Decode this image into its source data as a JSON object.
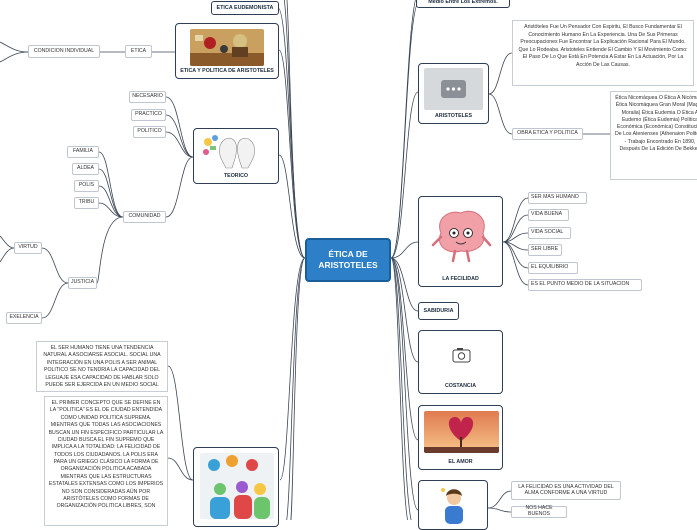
{
  "center": "ÉTICA DE ARISTOTELES",
  "top": {
    "etica_eudemonista": "ETICA EUDEMONISTA",
    "medio_extremos": "Medio Entre Los Extremos."
  },
  "etica_politica": {
    "title": "ETICA Y POLITICA DE ARISTOTELES",
    "etica": "ETICA",
    "condicion": "CONDICION INDIVIDUAL"
  },
  "teorico": {
    "title": "TEORICO",
    "items": [
      "NECESARIO",
      "PRACTICO",
      "POLITICO"
    ],
    "comunidad": "COMUNIDAD",
    "groups": [
      "FAMILIA",
      "ALDEA",
      "POLIS",
      "TRIBU"
    ],
    "justicia": "JUSTICIA",
    "virtud": "VIRTUD",
    "excelencia": "EXELENCIA"
  },
  "paragraphs": {
    "ser_humano": "EL SER HUMANO TIENE UNA TENDENCIA NATURAL A ASOCIARSE ASOCIAL. SOCIAL UNA INTEGRACIÓN EN UNA POLIS A SER ANIMAL POLITICO SE NO TENDRIA LA CAPACIDAD DEL LEGUAJE ESA CAPACIDAD DE HABLAR SOLO PUEDE SER EJERCIDA EN UN MEDIO SOCIAL",
    "primer_concepto": "EL PRIMER CONCEPTO QUE SE DEFINE EN LA \"POLITICA\" ES EL DE CIUDAD ENTENDIDA COMO UNIDAD POLITICA SUPREMA. MIENTRAS QUE TODAS LAS ASOCIACIONES BUSCAN UN FIN ESPECIFICO PARTICULAR LA CIUDAD BUSCA EL FIN SUPREMO QUE IMPLICA A LA TOTALIDAD: LA FELICIDAD DE TODOS LOS CIUDADANOS. LA POLIS ERA PARA UN GRIEGO CLÁSICO LA FORMA DE ORGANIZACIÓN POLITICA ACABADA MIENTRAS QUE LAS ESTRUCTURAS ESTATALES EXTENSAS COMO LOS IMPERIOS NO SON CONSIDERADAS AÚN POR ARISTÓTELES COMO FORMAS DE ORGANIZACIÓN POLITICA LIBRES, SON"
  },
  "aristoteles": {
    "title": "ARISTOTELES",
    "desc": "Aristóteles Fue Un Pensador Con Espiritu, El Busco Fundamentar El Conocimiento Humano En La Experiencia. Una De Sus Primeras Preocupaciones Fue Encontrar La Explicación Racional Para El Mundo. Que Lo Rodeaba. Aristoteles Entiende El Cambio Y El Movimiento Como: El Paso De Lo Que Está En Potencia A Estar En La Actuación, Por La Acción De Las Causas.",
    "obra": "OBRA ETICA Y POLITICA",
    "works": "Ética Nicomáquea O Ética A Nicómaco Ética Nicomáquea Gran Moral (Magna Moralia) Ética Eudemia O Ética A Eudemo (Ética Eudemia) Política Económica (Económica) Constitución De Los Atenienses (Athenaion Politeia) - Trabajo Encontrado En 1890, Después De La Edición De Bekker."
  },
  "felicidad": {
    "title": "LA FECILIDAD",
    "items": [
      "SER MAS HUMANO",
      "VIDA BUENA",
      "VIDA SOCIAL",
      "SER LIBRE",
      "EL EQUILIBRIO",
      "ES EL PUNTO MEDIO DE LA SITUACION"
    ]
  },
  "sabiduria": "SABIDURIA",
  "costancia": "COSTANCIA",
  "amor": "EL AMOR",
  "bottom": {
    "actividad": "LA FELICIDAD ES UNA ACTIVIDAD DEL ALMA CONFORME A UNA VIRTUD",
    "buenos": "NOS HACE BUENOS"
  },
  "colors": {
    "center": "#2d7fc8",
    "wire": "#3b4656",
    "border": "#2d3e55"
  }
}
